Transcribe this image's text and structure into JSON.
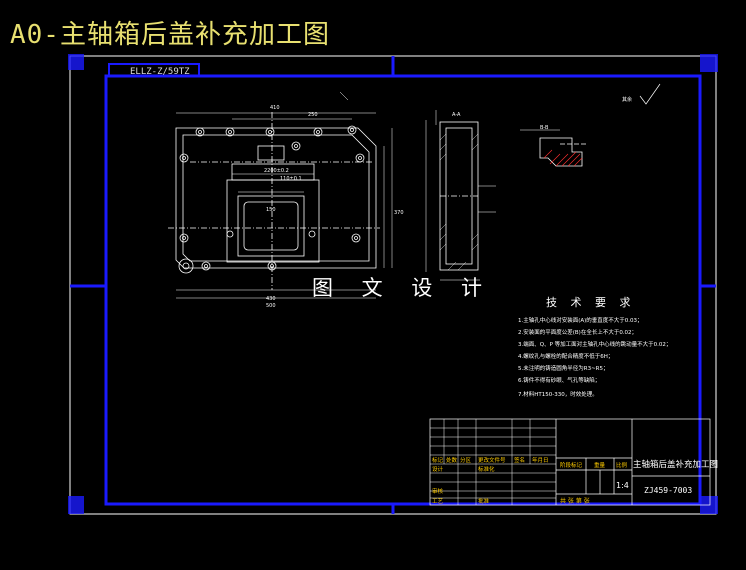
{
  "window_title": "A0-主轴箱后盖补充加工图",
  "drawing_code": "ELLZ-Z/59TZ",
  "watermark": "图 文 设 计",
  "tech_requirements": {
    "title": "技 术 要 求",
    "items": [
      "1.主轴孔中心线对安装面(A)的垂直度不大于0.03；",
      "2.安装面的平面度公差(B)在全长上不大于0.02；",
      "3.端面、Q、P 等加工面对主轴孔中心线的跳动量不大于0.02；",
      "4.螺纹孔与螺栓的配合精度不低于6H；",
      "5.未注明的铸造圆角半径为R3~R5；",
      "6.铸件不得有砂眼、气孔等缺陷；",
      "7.材料HT150-330，时效处理。"
    ]
  },
  "title_block": {
    "part_name": "主轴箱后盖补充加工图",
    "drawing_number": "ZJ459-7003",
    "scale": "1:4",
    "sheet": "共  张  第  张",
    "labels": {
      "mark": "标记",
      "count": "处数",
      "zone": "分区",
      "change_doc": "更改文件号",
      "sign": "签名",
      "date": "年月日",
      "design": "设计",
      "standard": "标准化",
      "review": "审核",
      "process": "工艺",
      "approve": "批准",
      "stage_mark": "阶段标记",
      "weight": "重量",
      "scale_label": "比例"
    }
  },
  "dimensions": {
    "top_width": "410",
    "inner_width": "250",
    "pocket_w1": "150",
    "pocket_w2": "2200±0.2",
    "pocket_w3": "110±0.1",
    "bottom_w1": "430",
    "bottom_w2": "500",
    "side_h": "370",
    "section_label": "A-A",
    "section_b": "B-B",
    "roughness": "其余"
  },
  "colors": {
    "frame_blue": "#1a1aff",
    "title_yellow": "#e8e070",
    "tb_yellow": "#ffcc00"
  }
}
